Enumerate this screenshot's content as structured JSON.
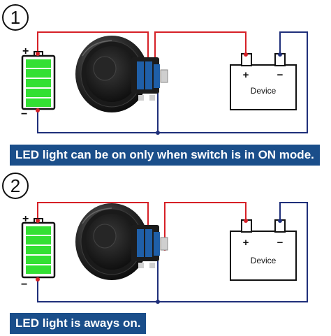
{
  "diagrams": [
    {
      "step_label": "1",
      "device_label": "Device",
      "device_plus": "+",
      "device_minus": "−",
      "battery_plus": "+",
      "battery_minus": "−",
      "caption": "LED light can be on only when switch is in ON mode."
    },
    {
      "step_label": "2",
      "device_label": "Device",
      "device_plus": "+",
      "device_minus": "−",
      "battery_plus": "+",
      "battery_minus": "−",
      "caption": "LED light is aways on."
    }
  ],
  "colors": {
    "positive_wire": "#d62027",
    "negative_wire": "#1f2f7a",
    "battery_green": "#33e033",
    "banner_bg": "#1a4e8a",
    "switch_body": "#1c1c1c",
    "switch_terminal": "#1f5fa8"
  }
}
